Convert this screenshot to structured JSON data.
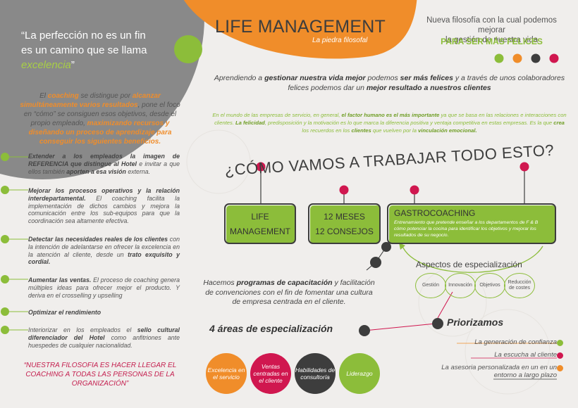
{
  "quote": {
    "line1": "“La perfección no es un fin",
    "line2": "es un camino que se llama",
    "highlight": "excelencia",
    "close": "”"
  },
  "header": {
    "title": "LIFE MANAGEMENT",
    "subtitle": "La piedra filosofal"
  },
  "top_right": {
    "line1": "Nueva filosofía con la cual podemos mejorar",
    "line2": "la gestión de nuestra vida",
    "highlight": "PARA SER MÁS FELICES"
  },
  "lead": {
    "p1": "Aprendiendo a ",
    "b1": "gestionar nuestra vida mejor",
    "p2": " podemos ",
    "b2": "ser más felices",
    "p3": " y a través de unos colaboradores felices podemos dar un ",
    "b3": "mejor resultado a nuestros clientes"
  },
  "green_paragraph": {
    "p1": "En el mundo de las empresas de servicio, en general, ",
    "b1": "el factor humano es el más importante",
    "p2": " ya que se basa en las relaciones e interacciones con clientes. ",
    "b2": "La felicidad",
    "p3": ", predisposición y la motivación es lo que marca la diferencia positiva y ventaja competitiva en estas empresas. Es la que ",
    "b3": "crea",
    "p4": " los recuerdos en los ",
    "b4": "clientes",
    "p5": " que vuelven por la ",
    "b5": "vinculación emocional."
  },
  "big_question": "¿CÓMO VAMOS A TRABAJAR TODO ESTO?",
  "coaching": {
    "p1": "El ",
    "o1": "coaching",
    "p2": " se distingue por ",
    "o2": "alcanzar simultáneamente varios resultados",
    "p3": ", pone el foco en  “cómo” se consiguen esos objetivos, desde el propio empleado, ",
    "o3": "maximizando recursos y diseñando un proceso de aprendizaje para conseguir los siguientes beneficios."
  },
  "benefits": [
    {
      "b": "Extender a los empleados la imagen de REFERENCIA que distingue al Hotel",
      "t": " e invitar a que ellos también ",
      "b2": "aporten a esa visión",
      "t2": " externa."
    },
    {
      "b": "Mejorar los procesos operativos y la relación interdepartamental.",
      "t": " El coaching facilita la implementación de dichos cambios y mejora la comunicación entre los sub-equipos para que la coordinación sea altamente efectiva.",
      "b2": "",
      "t2": ""
    },
    {
      "b": "Detectar las necesidades reales de los clientes",
      "t": " con la intención de adelantarse en ofrecer la excelencia en la atención al cliente, desde un ",
      "b2": "trato exquisito y cordial.",
      "t2": ""
    },
    {
      "b": "Aumentar las ventas.",
      "t": " El proceso de coaching genera múltiples ideas para ofrecer mejor el producto. Y deriva en el crosselling y upselling",
      "b2": "",
      "t2": ""
    },
    {
      "b": "Optimizar el rendimiento",
      "t": "",
      "b2": "",
      "t2": ""
    },
    {
      "b": "",
      "t": "Interiorizar en los empleados el ",
      "b2": "sello cultural diferenciador del Hotel",
      "t2": " como anfitriones ante huespedes de cualquier nacionalidad."
    }
  ],
  "philosophy": "“NUESTRA FILOSOFIA ES HACER LLEGAR EL COACHING A TODAS LAS PERSONAS DE LA ORGANIZACIÓN”",
  "boxes": {
    "box1": [
      "LIFE",
      "MANAGEMENT"
    ],
    "box2": [
      "12 MESES",
      "12 CONSEJOS"
    ],
    "box3_title": "GASTROCOACHING",
    "box3_desc": "Entrenamiento que pretende enseñar a los departamentos de F & B cómo potenciar la cocina para identificar los objetivos y mejorar los resultados de su negocio."
  },
  "aspects": {
    "title": "Aspectos de especialización",
    "items": [
      "Gestión",
      "Innovación",
      "Objetivos",
      "Reducción de costes"
    ]
  },
  "programs": {
    "p1": "Hacemos ",
    "b1": "programas de capacitación",
    "p2": " y facilitación de convenciones con el fin de fomentar una cultura de empresa centrada en el cliente."
  },
  "areas": {
    "title": "4 áreas de especialización",
    "items": [
      "Excelencia en el servicio",
      "Ventas centradas en el cliente",
      "Habilidades de consultoría",
      "Liderazgo"
    ]
  },
  "priorities": {
    "title": "Priorizamos",
    "items": [
      "La generación de confianza",
      "La escucha al cliente",
      "La asesoria personalizada en un en un entorno a largo plazo"
    ]
  },
  "colors": {
    "green": "#8cbd3a",
    "orange": "#f08d2a",
    "magenta": "#d0174f",
    "dark": "#3d3d3d",
    "gray": "#8c8c8c"
  }
}
